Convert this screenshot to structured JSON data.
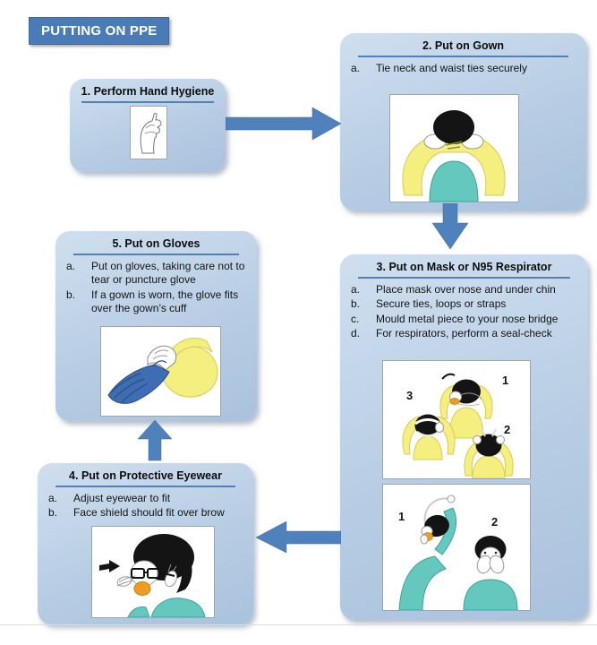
{
  "page_title": "PUTTING ON PPE",
  "steps": {
    "hand_hygiene": {
      "title": "1. Perform Hand Hygiene"
    },
    "gown": {
      "title": "2. Put on Gown",
      "items": [
        {
          "letter": "a.",
          "text": "Tie neck and waist ties securely"
        }
      ]
    },
    "mask": {
      "title": "3. Put on Mask or N95 Respirator",
      "items": [
        {
          "letter": "a.",
          "text": "Place mask over nose and under chin"
        },
        {
          "letter": "b.",
          "text": "Secure ties, loops or straps"
        },
        {
          "letter": "c.",
          "text": "Mould metal piece to your nose bridge"
        },
        {
          "letter": "d.",
          "text": "For respirators, perform a seal-check"
        }
      ],
      "tying_panel_labels": {
        "step1": "1",
        "step2": "2",
        "step3": "3"
      },
      "sealcheck_panel_labels": {
        "step1": "1",
        "step2": "2"
      }
    },
    "eyewear": {
      "title": "4. Put on Protective Eyewear",
      "items": [
        {
          "letter": "a.",
          "text": "Adjust eyewear to fit"
        },
        {
          "letter": "b.",
          "text": "Face shield should fit over brow"
        }
      ]
    },
    "gloves": {
      "title": "5. Put on Gloves",
      "items": [
        {
          "letter": "a.",
          "text": "Put on gloves, taking care not to tear or puncture glove"
        },
        {
          "letter": "b.",
          "text": "If a gown is worn, the glove fits over the gown’s cuff"
        }
      ]
    }
  },
  "colors": {
    "accent_blue": "#4f81bd",
    "title_bar_blue": "#4a7bb7",
    "box_fill_light": "#b8cde4",
    "gown_yellow": "#f4ef7e",
    "scrub_teal": "#65c8bf",
    "mask_orange": "#ef9d20",
    "glove_blue": "#3e6db4"
  }
}
